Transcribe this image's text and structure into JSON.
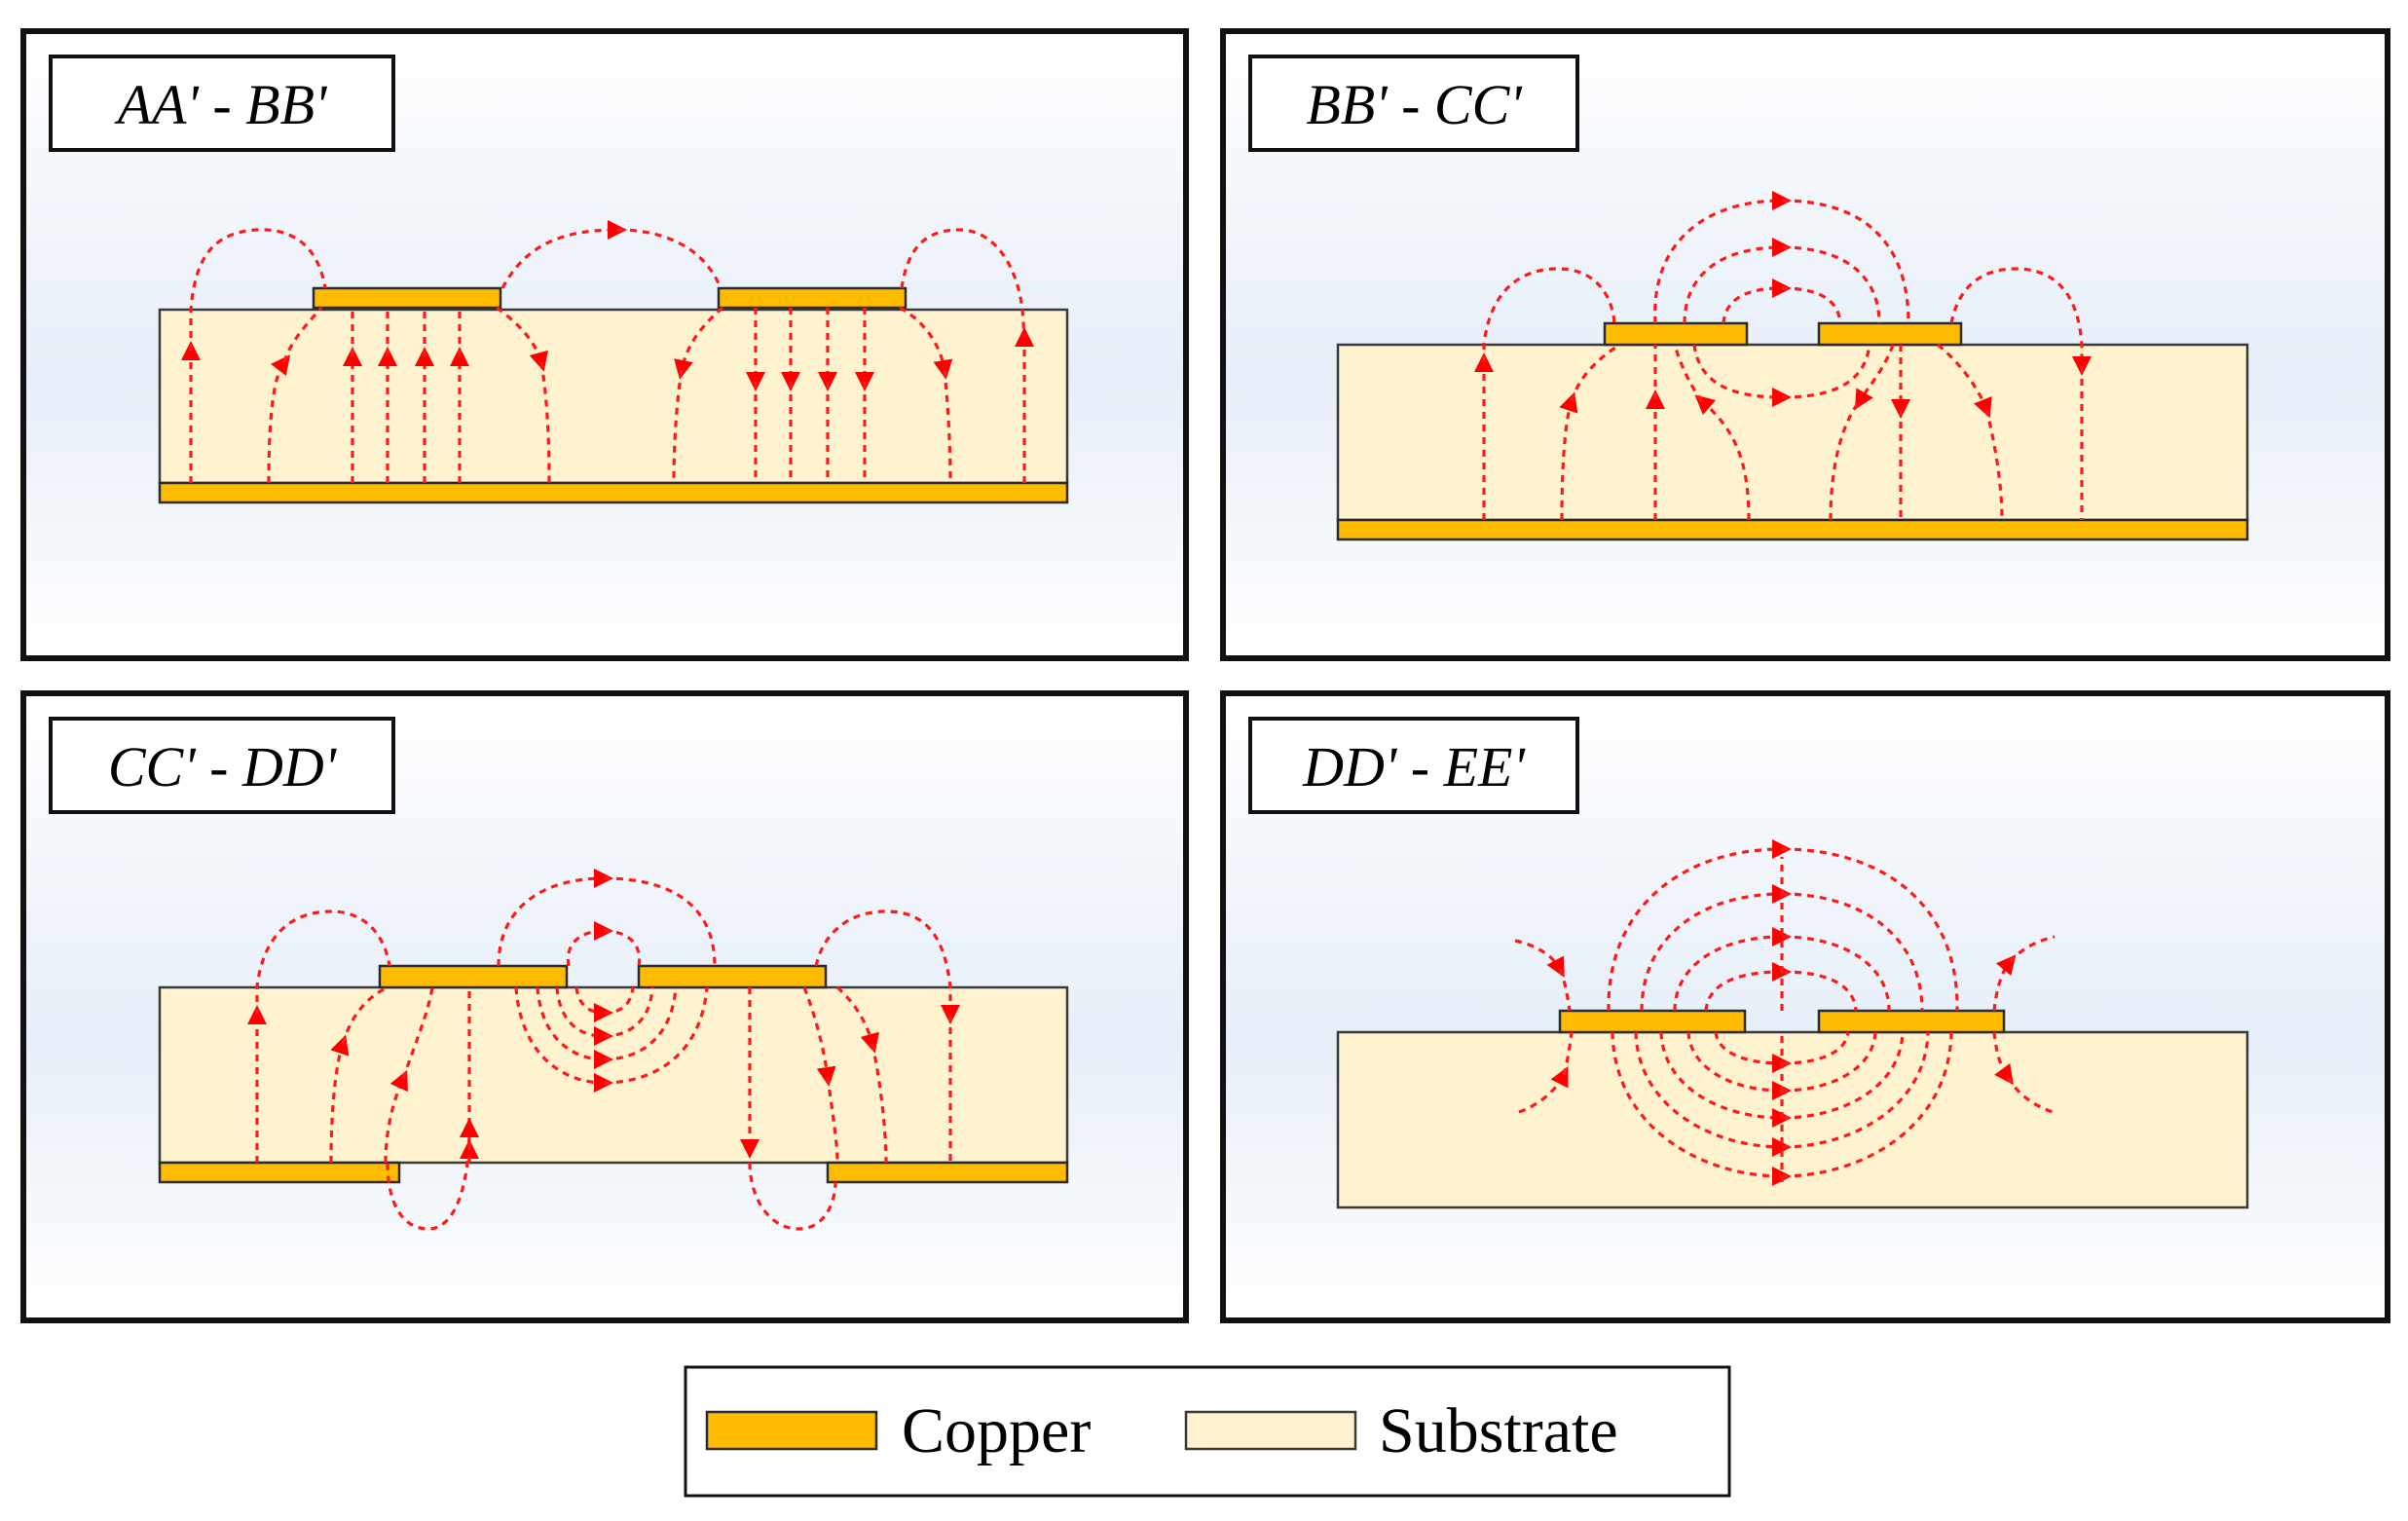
{
  "panels": [
    {
      "title": "AA' - BB'"
    },
    {
      "title": "BB' - CC'"
    },
    {
      "title": "CC' - DD'"
    },
    {
      "title": "DD' - EE'"
    }
  ],
  "legend": {
    "copper_label": "Copper",
    "substrate_label": "Substrate"
  },
  "colors": {
    "copper": "#ffbb00",
    "substrate": "#fff2cf",
    "field_lines": "#ff0000",
    "panel_gradient_top": "#ffffff",
    "panel_gradient_mid": "#e6eef8"
  }
}
